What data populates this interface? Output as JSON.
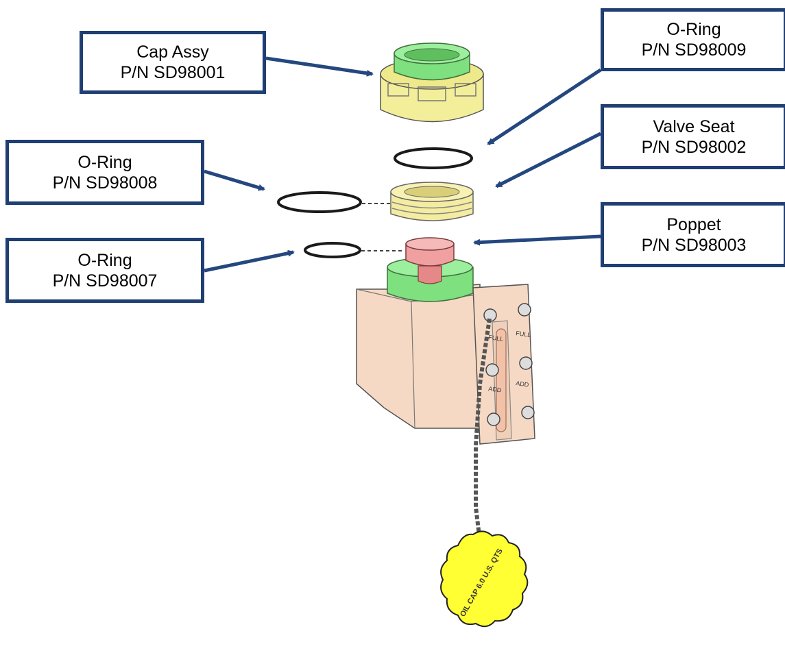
{
  "colors": {
    "callout_border": "#1f3f73",
    "arrow": "#24477f",
    "cap_green": "#7ee07e",
    "cap_yellow": "#f2ee9a",
    "seat_yellow": "#f4eca0",
    "poppet_pink": "#f0a0a0",
    "body_peach": "#f6d9c4",
    "dipstick_cap_yellow": "#ffff33",
    "oring_black": "#1a1a1a"
  },
  "callouts": {
    "cap_assy": {
      "name": "Cap Assy",
      "part_number": "P/N SD98001"
    },
    "oring_09": {
      "name": "O-Ring",
      "part_number": "P/N SD98009"
    },
    "valve_seat": {
      "name": "Valve Seat",
      "part_number": "P/N SD98002"
    },
    "oring_08": {
      "name": "O-Ring",
      "part_number": "P/N SD98008"
    },
    "poppet": {
      "name": "Poppet",
      "part_number": "P/N SD98003"
    },
    "oring_07": {
      "name": "O-Ring",
      "part_number": "P/N SD98007"
    }
  },
  "part_markings": {
    "sight_gauge_upper": "FULL",
    "sight_gauge_lower": "ADD",
    "fill_cap": "OIL CAP 6.0 U.S. QTS"
  }
}
